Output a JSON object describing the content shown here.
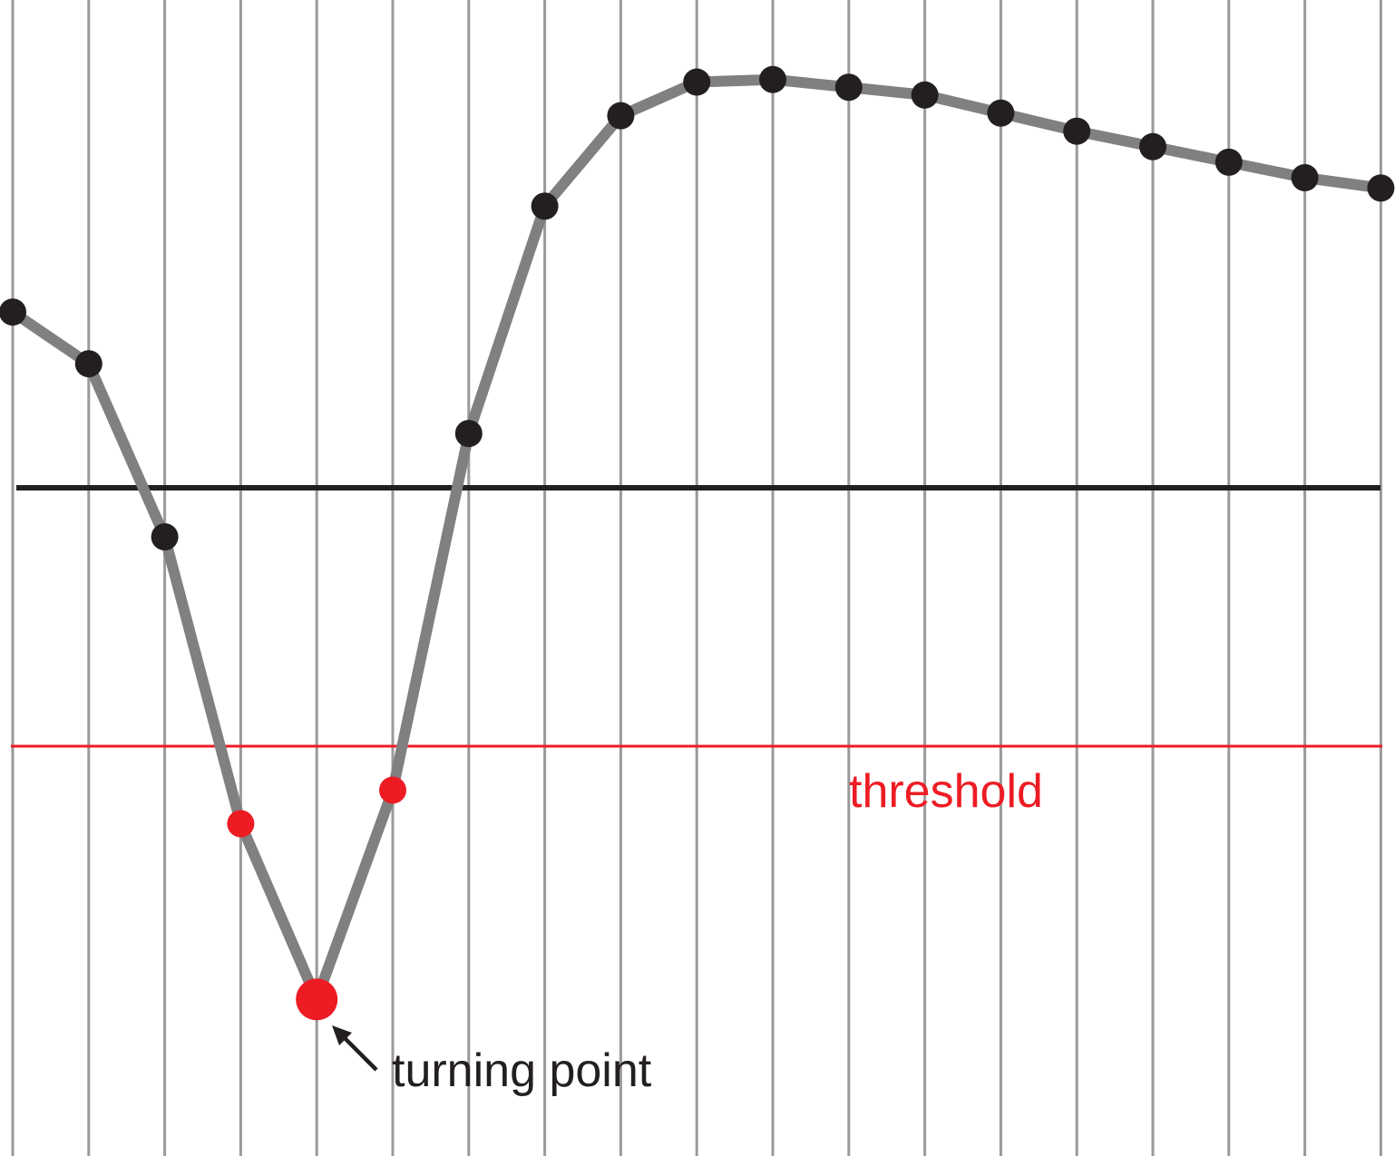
{
  "chart_data": {
    "type": "line",
    "grid": "vertical",
    "x": [
      0,
      1,
      2,
      3,
      4,
      5,
      6,
      7,
      8,
      9,
      10,
      11,
      12,
      13,
      14,
      15,
      16,
      17,
      18
    ],
    "values": [
      0.68,
      0.48,
      -0.19,
      -1.3,
      -1.98,
      -1.17,
      0.21,
      1.09,
      1.44,
      1.57,
      1.58,
      1.55,
      1.52,
      1.45,
      1.38,
      1.32,
      1.26,
      1.2,
      1.16
    ],
    "highlighted_indices": [
      3,
      5
    ],
    "turning_point_index": 4,
    "baseline": 0,
    "threshold": -1.0,
    "threshold_label": "threshold",
    "turning_point_label": "turning point",
    "colors": {
      "grid": "#9a9a9a",
      "line": "#808080",
      "point": "#231f20",
      "highlight": "#ed1c24",
      "baseline": "#231f20",
      "threshold": "#ed1c24"
    }
  }
}
